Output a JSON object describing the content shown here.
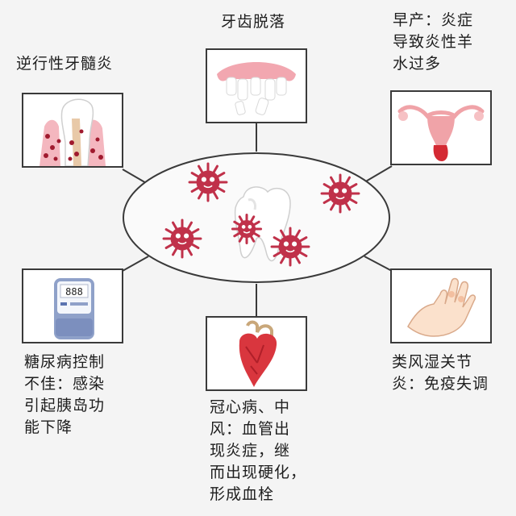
{
  "center": {
    "icon": "tooth-icon",
    "bacteria_icon": "bacteria-icon"
  },
  "nodes": [
    {
      "id": "periapical",
      "icon": "infected-tooth-icon",
      "lines": [
        "逆行性牙髓炎"
      ]
    },
    {
      "id": "tooth-loss",
      "icon": "loose-teeth-icon",
      "lines": [
        "牙齿脱落"
      ]
    },
    {
      "id": "preterm",
      "icon": "uterus-icon",
      "lines": [
        "早产：炎症",
        "导致炎性羊",
        "水过多"
      ]
    },
    {
      "id": "diabetes",
      "icon": "glucose-meter-icon",
      "meter_display": "888",
      "lines": [
        "糖尿病控制",
        "不佳：感染",
        "引起胰岛功",
        "能下降"
      ]
    },
    {
      "id": "heart",
      "icon": "heart-icon",
      "lines": [
        "冠心病、中",
        "风：血管出",
        "现炎症，继",
        "而出现硬化，",
        "形成血栓"
      ]
    },
    {
      "id": "arthritis",
      "icon": "arthritic-hand-icon",
      "lines": [
        "类风湿关节",
        "炎：免疫失调"
      ]
    }
  ],
  "colors": {
    "border": "#3a3a3a",
    "bacteria": "#c0314a",
    "gum": "#f2a7b0",
    "heart": "#d9363e",
    "uterus": "#f0a3a8"
  }
}
